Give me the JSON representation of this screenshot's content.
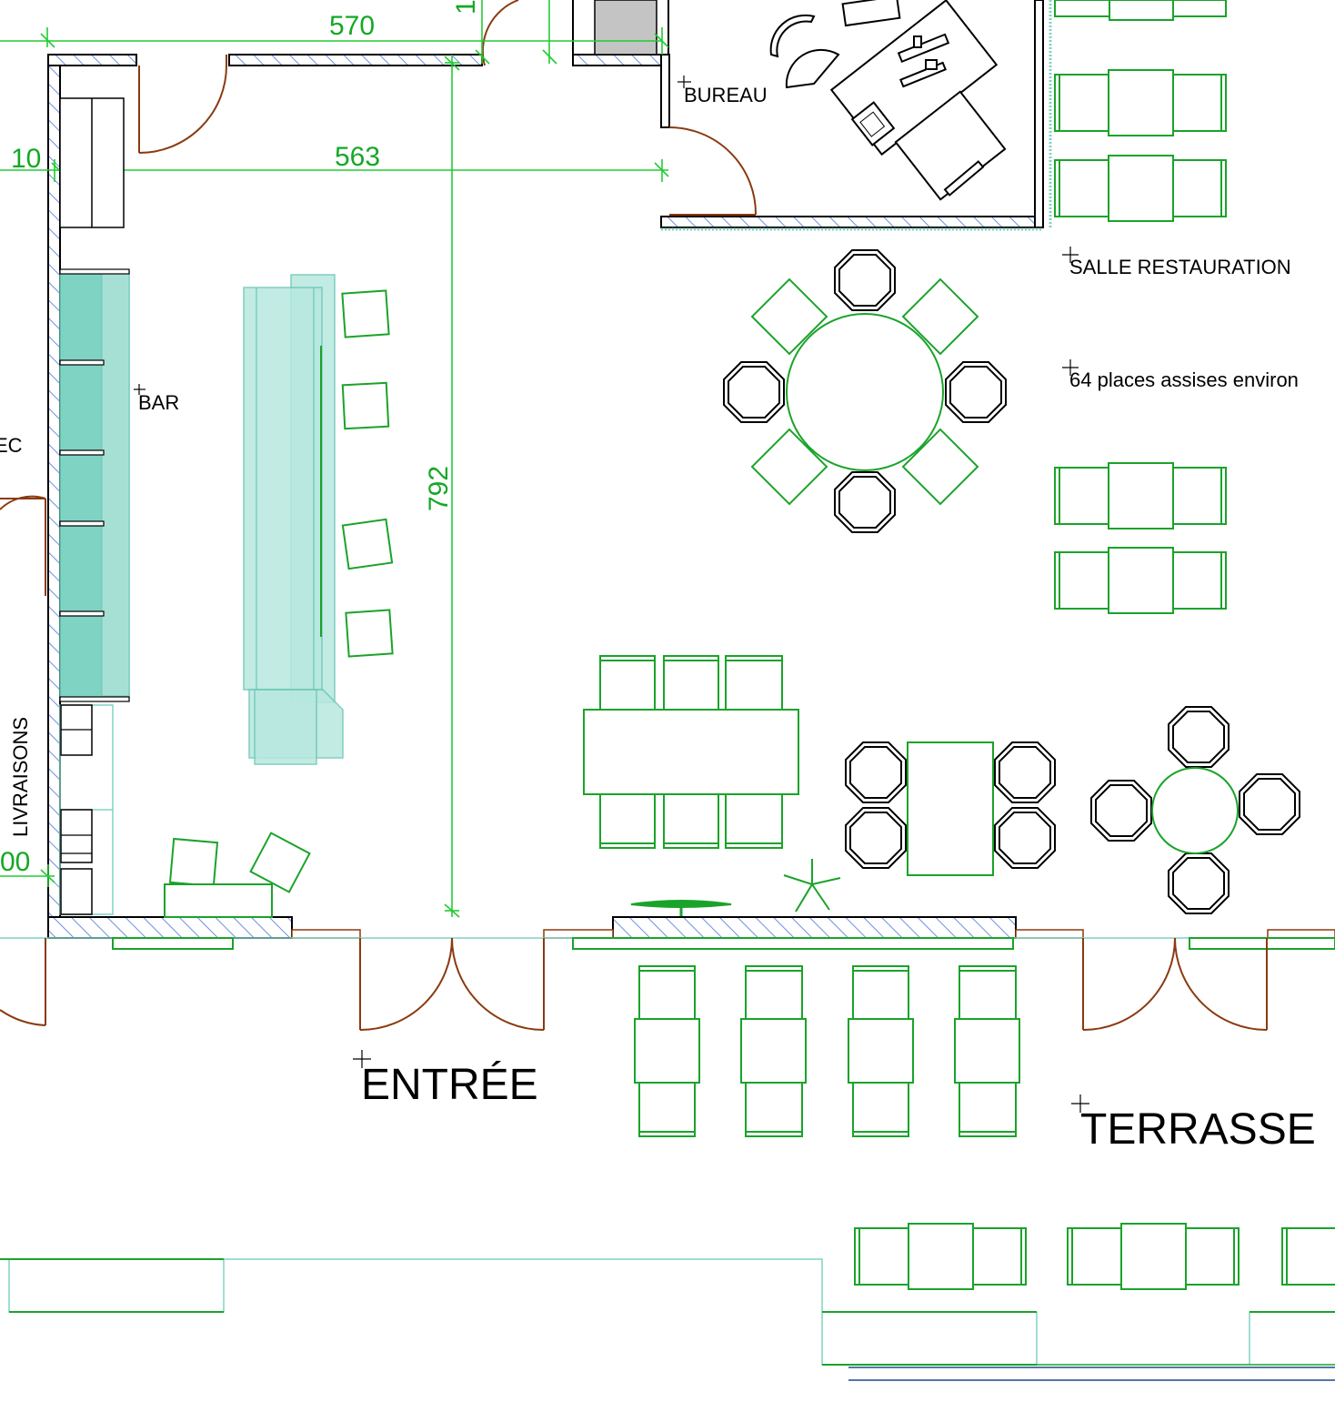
{
  "rooms": {
    "bureau": "BUREAU",
    "bar": "BAR",
    "salle": "SALLE RESTAURATION",
    "capacity": "64 places assises environ",
    "entree": "ENTRÉE",
    "terrasse": "TERRASSE",
    "livraisons": "LIVRAISONS",
    "partial_label": "EC"
  },
  "dimensions": {
    "top_width": "570",
    "inner_width": "563",
    "side_offset": "10",
    "height": "792",
    "partial_top": "1",
    "partial_bottom": "00"
  },
  "colors": {
    "dimension": "#22cc33",
    "furniture": "#1aa32a",
    "wall": "#000000",
    "door": "#8a3a10",
    "bar_counter": "#7fd3c3",
    "hatch": "#6f8fe0"
  }
}
